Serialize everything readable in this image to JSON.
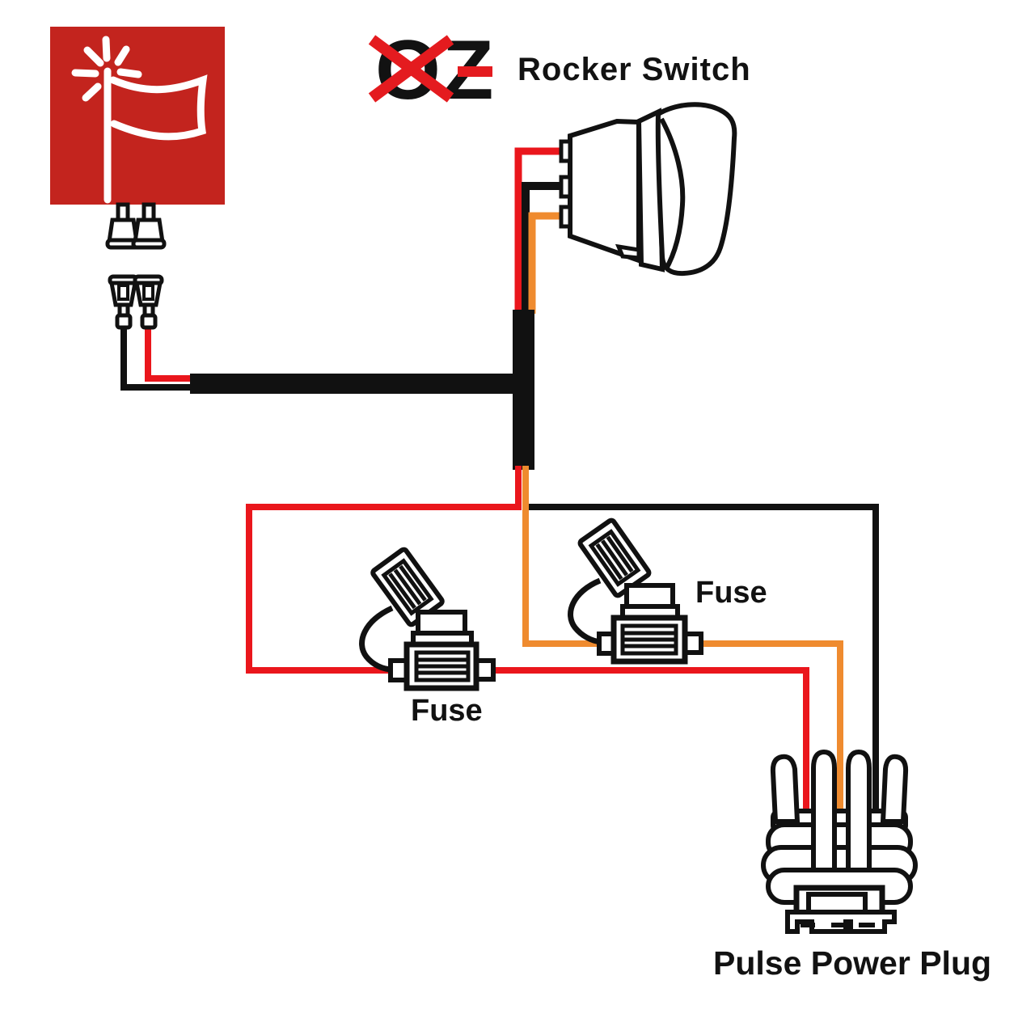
{
  "logo": {
    "letters": "OZ",
    "icon": "whip-flag-icon"
  },
  "header": {
    "product_title": "Rocker Switch"
  },
  "labels": {
    "fuse_left": "Fuse",
    "fuse_right": "Fuse",
    "plug": "Pulse Power Plug"
  },
  "colors": {
    "wire_red": "#ea161c",
    "wire_orange": "#ef8b2f",
    "wire_black": "#111111",
    "logo_box": "#c3241e",
    "brand_cross": "#e41b1f",
    "text": "#121212",
    "background": "#ffffff",
    "line_art": "#111111"
  }
}
